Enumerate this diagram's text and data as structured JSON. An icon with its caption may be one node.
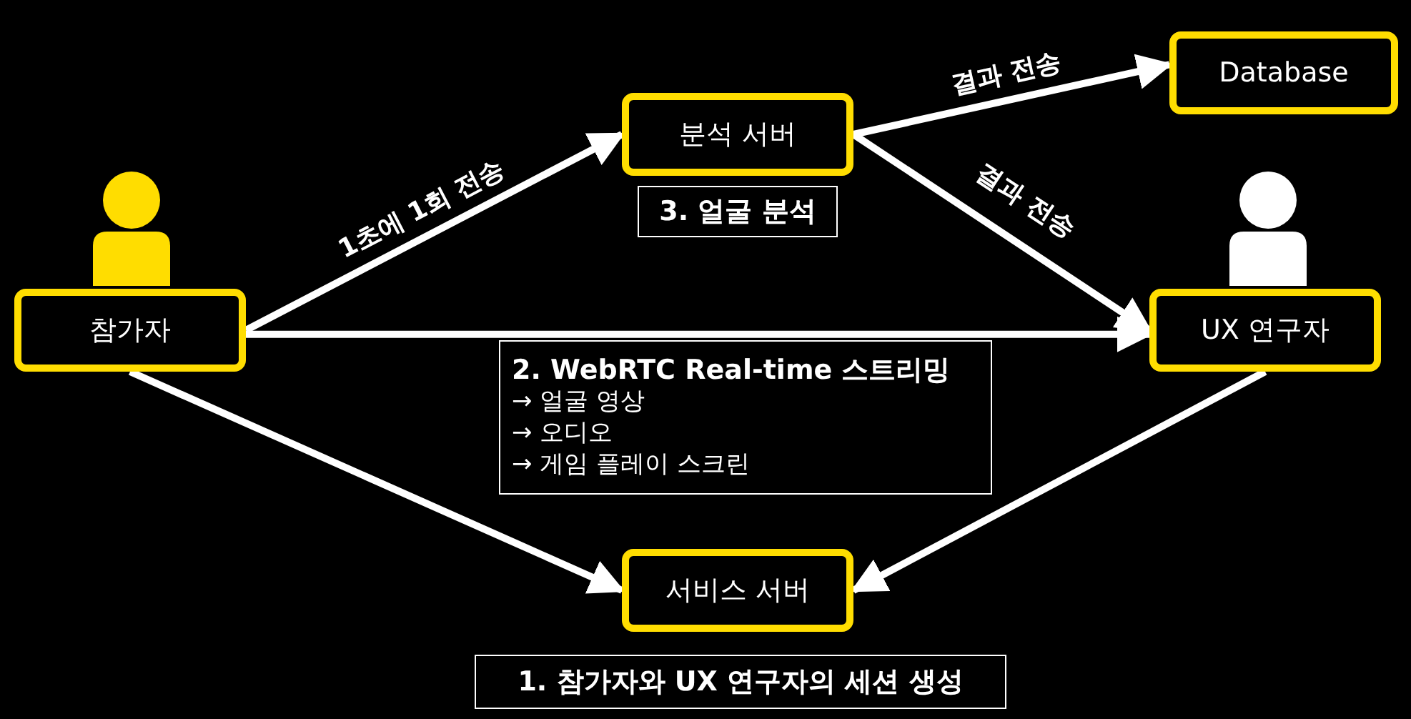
{
  "diagram": {
    "nodes": [
      {
        "text": [
          "참가자"
        ]
      },
      {
        "text": [
          "분석 서버"
        ]
      },
      {
        "text": [
          "Database"
        ]
      },
      {
        "text": [
          "UX 연구자"
        ]
      },
      {
        "text": [
          "서비스 서버"
        ]
      },
      {
        "text": [
          "3. 얼굴 분석"
        ]
      },
      {
        "text": [
          "2. WebRTC Real-time 스트리밍",
          "→ 얼굴 영상",
          "→ 오디오",
          "→ 게임 플레이 스크린"
        ]
      },
      {
        "text": [
          "1. 참가자와 UX 연구자의 세션 생성"
        ]
      }
    ],
    "edges": [
      {
        "from": 0,
        "to": 1,
        "arrow": "to",
        "label": "1초에 1회 전송"
      },
      {
        "from": 1,
        "to": 2,
        "arrow": "to",
        "label": "결과 전송"
      },
      {
        "from": 1,
        "to": 3,
        "arrow": "to",
        "label": "결과 전송"
      },
      {
        "from": 0,
        "to": 3,
        "arrow": "to"
      },
      {
        "from": 0,
        "to": 4,
        "arrow": "to"
      },
      {
        "from": 3,
        "to": 4,
        "arrow": "to"
      }
    ]
  }
}
